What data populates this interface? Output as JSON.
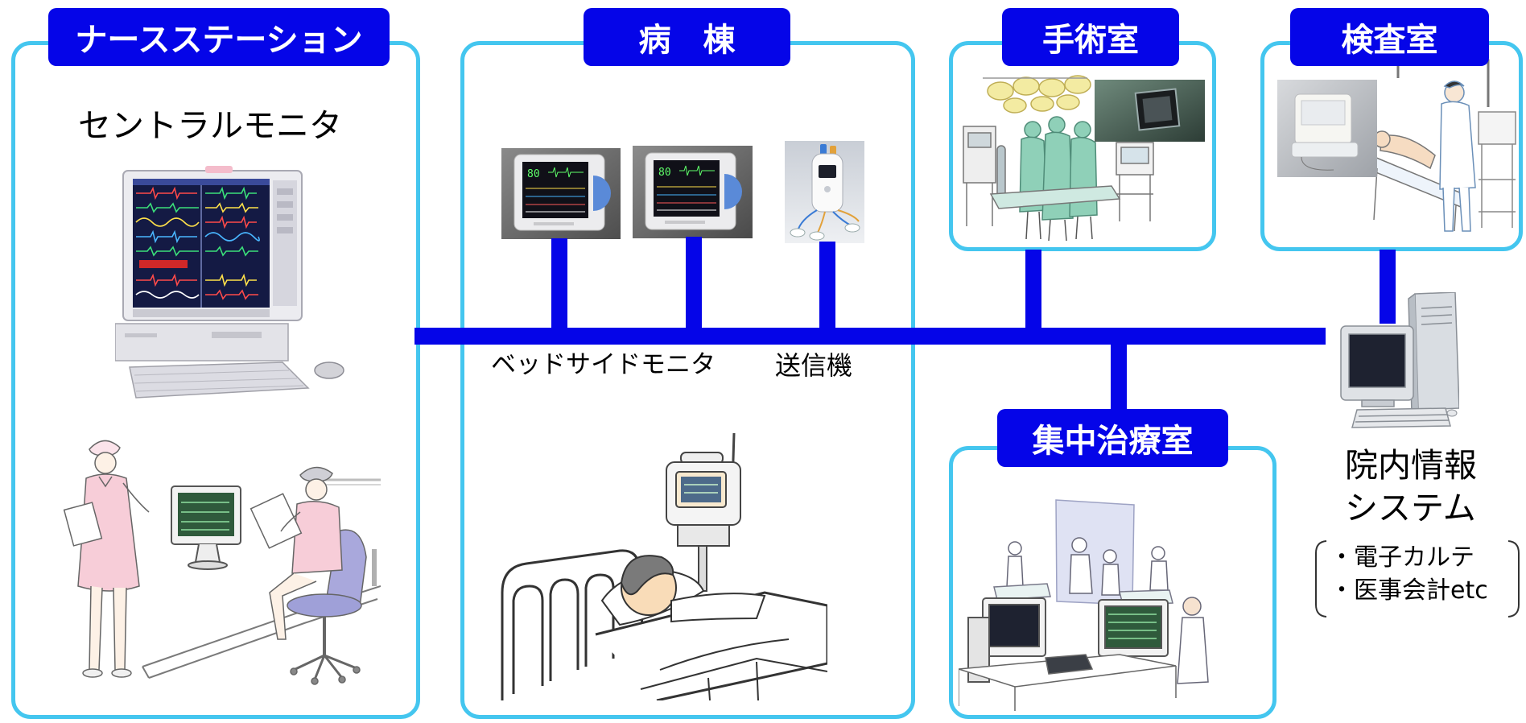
{
  "colors": {
    "tab_background": "#0505e8",
    "tab_text": "#ffffff",
    "panel_border": "#44c6ef",
    "connector": "#0505e8",
    "label_text": "#000000"
  },
  "sections": {
    "nurse_station": {
      "title": "ナースステーション",
      "device_label": "セントラルモニタ"
    },
    "ward": {
      "title": "病　棟",
      "bedside_monitor_label": "ベッドサイドモニタ",
      "transmitter_label": "送信機",
      "monitor_reading": "80"
    },
    "operating_room": {
      "title": "手術室"
    },
    "examination_room": {
      "title": "検査室"
    },
    "icu": {
      "title": "集中治療室"
    },
    "hospital_info_system": {
      "title_line1": "院内情報",
      "title_line2": "システム",
      "items": [
        "・電子カルテ",
        "・医事会計etc"
      ]
    }
  },
  "illustrations": [
    "central-monitor-illustration",
    "nurse-station-scene-illustration",
    "bedside-monitor-illustration",
    "transmitter-illustration",
    "ward-bed-scene-illustration",
    "operating-room-illustration",
    "examination-room-illustration",
    "hospital-computer-illustration",
    "icu-scene-illustration"
  ]
}
